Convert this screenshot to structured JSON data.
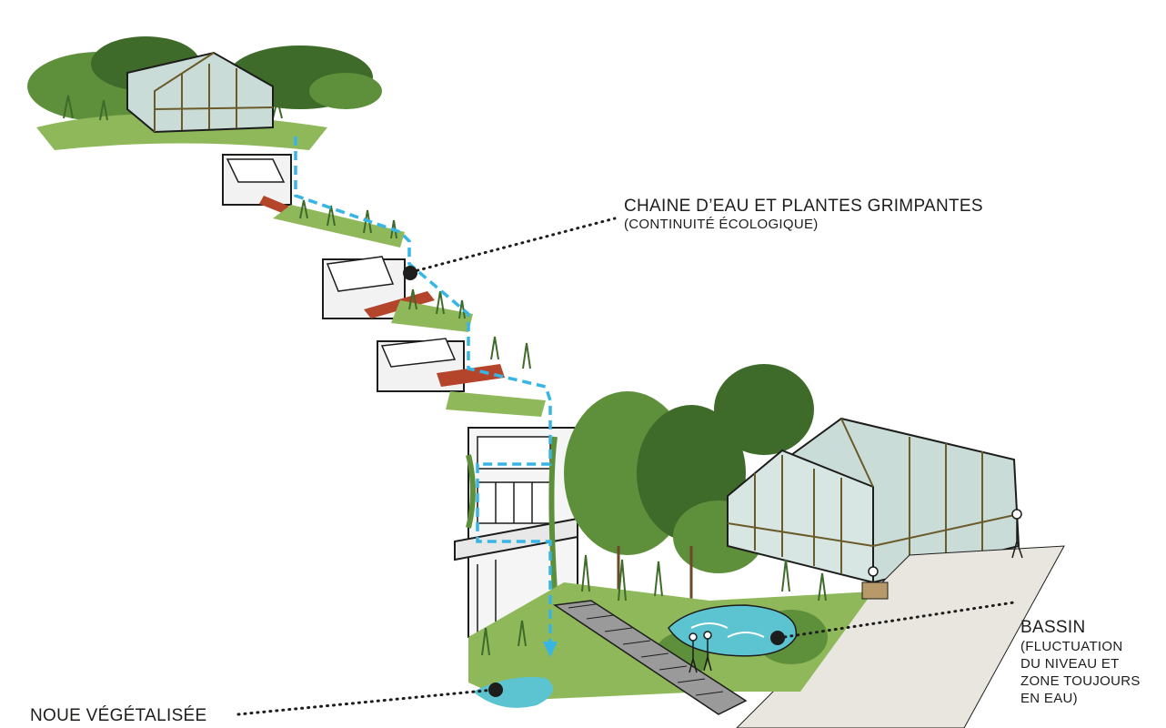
{
  "annotations": {
    "chaine": {
      "title": "CHAINE D’EAU ET PLANTES GRIMPANTES",
      "subtitle": "(CONTINUITÉ ÉCOLOGIQUE)"
    },
    "bassin": {
      "title": "BASSIN",
      "lines": [
        "(FLUCTUATION",
        "DU NIVEAU ET",
        "ZONE TOUJOURS",
        "EN EAU)"
      ]
    },
    "noue": {
      "title": "NOUE VÉGÉTALISÉE"
    }
  },
  "colors": {
    "foliage_dark": "#3f6b2a",
    "foliage_mid": "#5e8f3a",
    "foliage_light": "#8fb85a",
    "water_line": "#37b6e6",
    "water_pool": "#5cc4d0",
    "terrace": "#b4452a",
    "greenhouse_glass": "#c9dcd8",
    "greenhouse_frame": "#6b5a2a",
    "building": "#f2f2f2",
    "outline": "#1d1d1b"
  }
}
